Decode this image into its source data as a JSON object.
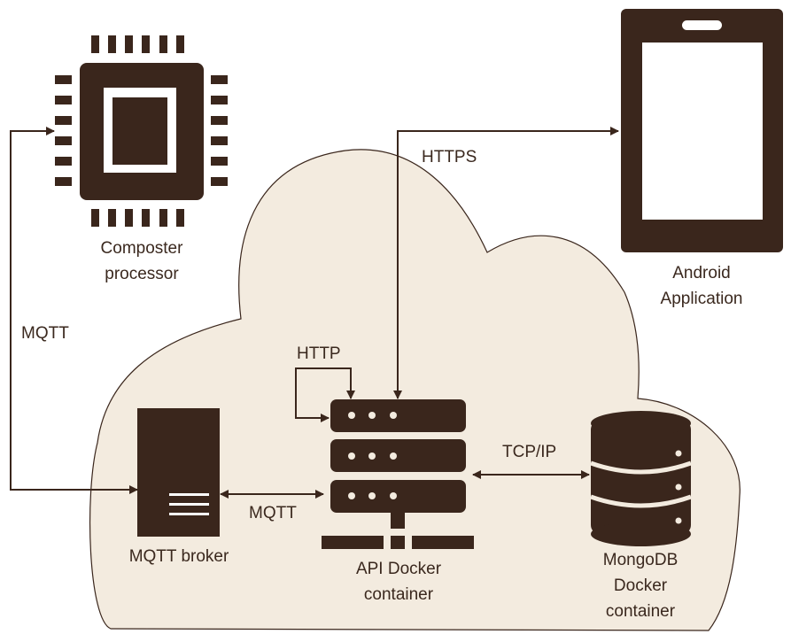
{
  "colors": {
    "ink": "#3a261c",
    "cloud_fill": "#f3ebdf",
    "cloud_stroke": "#3a261c",
    "background": "#ffffff"
  },
  "nodes": {
    "processor": {
      "label_line1": "Composter",
      "label_line2": "processor",
      "icon": "cpu-chip-icon"
    },
    "android": {
      "label_line1": "Android",
      "label_line2": "Application",
      "icon": "smartphone-icon"
    },
    "broker": {
      "label": "MQTT broker",
      "icon": "server-tower-icon"
    },
    "api": {
      "label_line1": "API Docker",
      "label_line2": "container",
      "icon": "server-rack-icon"
    },
    "mongo": {
      "label_line1": "MongoDB",
      "label_line2": "Docker",
      "label_line3": "container",
      "icon": "database-icon"
    },
    "cloud": {
      "icon": "cloud-shape"
    }
  },
  "edges": {
    "processor_broker": {
      "label": "MQTT"
    },
    "broker_api": {
      "label": "MQTT"
    },
    "api_self": {
      "label": "HTTP"
    },
    "api_android": {
      "label": "HTTPS"
    },
    "api_mongo": {
      "label": "TCP/IP"
    }
  }
}
